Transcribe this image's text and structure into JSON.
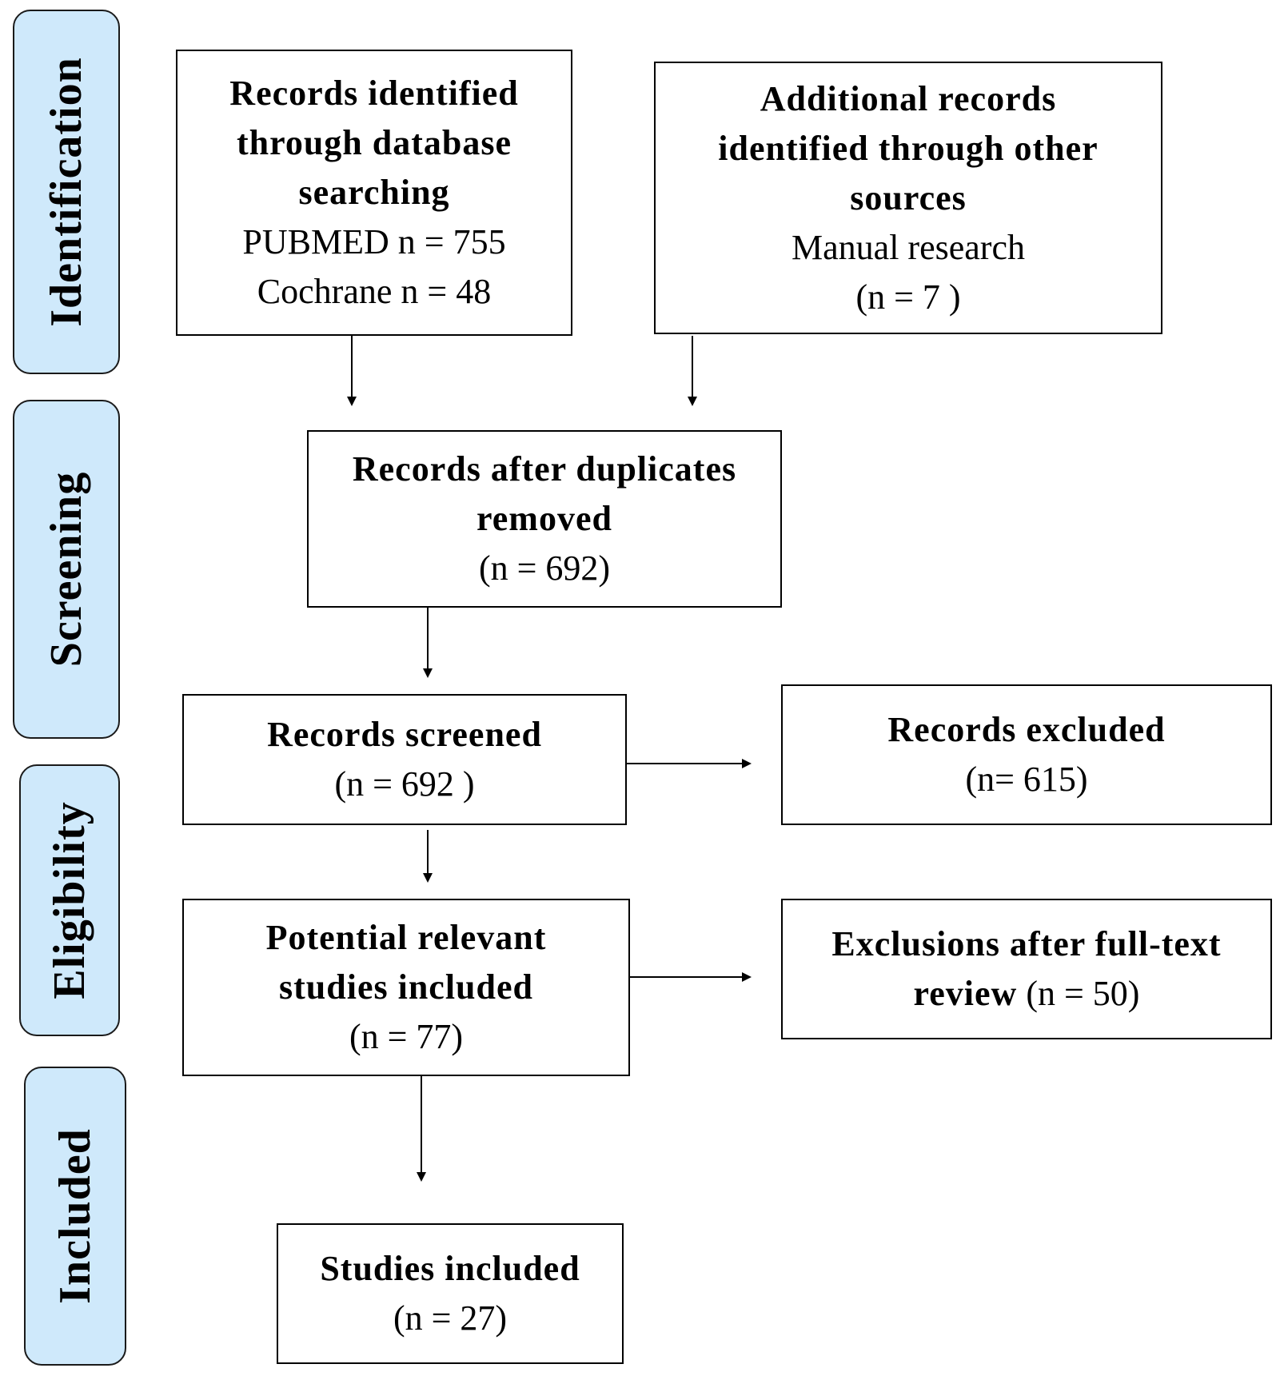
{
  "phases": {
    "identification": "Identification",
    "screening": "Screening",
    "eligibility": "Eligibility",
    "included": "Included"
  },
  "boxes": {
    "database": {
      "line1": "Records identified",
      "line2": "through database",
      "line3": "searching",
      "line4": "PUBMED n =  755",
      "line5": "Cochrane n = 48"
    },
    "other_sources": {
      "line1": "Additional records",
      "line2": "identified through other",
      "line3": "sources",
      "line4": "Manual research",
      "line5": "(n = 7 )"
    },
    "duplicates_removed": {
      "line1": "Records after duplicates",
      "line2": "removed",
      "line3": "(n = 692)"
    },
    "screened": {
      "line1": "Records screened",
      "line2": "(n =  692 )"
    },
    "excluded": {
      "line1": "Records excluded",
      "line2": "(n= 615)"
    },
    "potential": {
      "line1": "Potential relevant",
      "line2": "studies included",
      "line3": "(n =  77)"
    },
    "fulltext_excluded": {
      "line1a": "Exclusions after full-text",
      "line2a": "review",
      "line2b": " (n = 50)"
    },
    "included_studies": {
      "line1": "Studies included",
      "line2": "(n = 27)"
    }
  }
}
